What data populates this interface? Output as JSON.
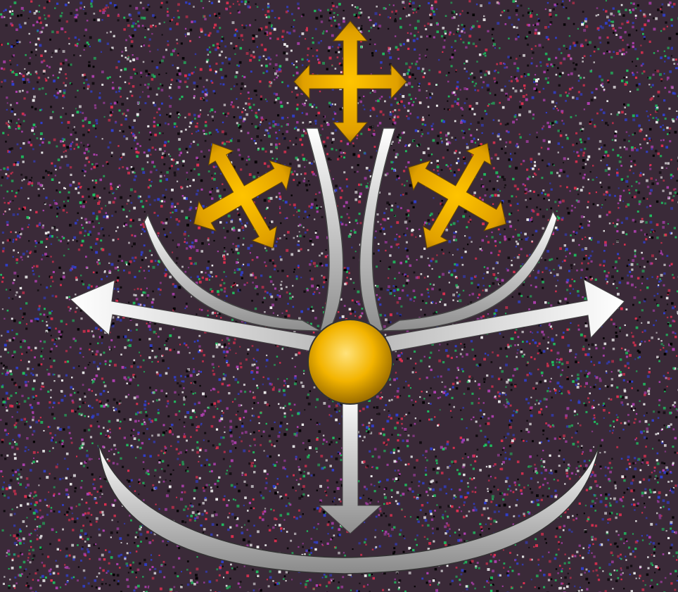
{
  "colors": {
    "background_base": "#3a2a38",
    "noise_colors": [
      "#e03050",
      "#3040d0",
      "#f0f0f0",
      "#20c060",
      "#b040b0",
      "#000000"
    ],
    "gold_light": "#ffd24a",
    "gold_dark": "#a87800",
    "silver_light": "#ffffff",
    "silver_dark": "#8a8a8a",
    "outline": "#222222"
  },
  "elements": {
    "center_orb": {
      "icon": "gold-sphere"
    },
    "four_way_arrows": {
      "count": 3,
      "icon": "gold-four-way-arrow"
    },
    "silver_arrows": {
      "count": 3,
      "icon": "silver-arrow"
    },
    "curved_arms": {
      "count": 4,
      "icon": "silver-curved-arm"
    },
    "bottom_bowl": {
      "icon": "silver-crescent-bowl"
    }
  }
}
